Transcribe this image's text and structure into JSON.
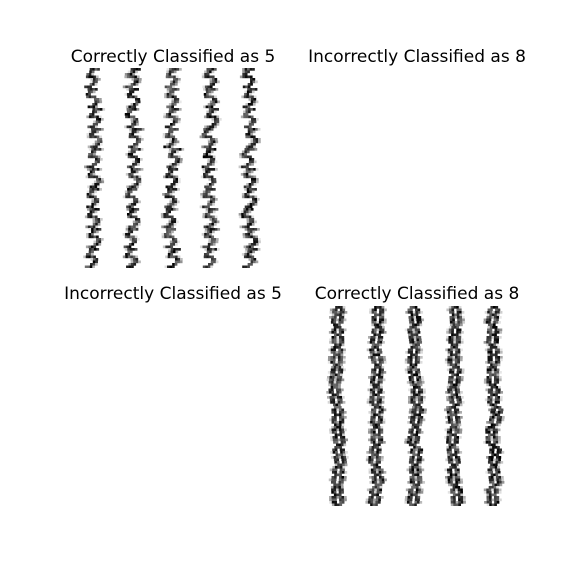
{
  "chart_data": [
    {
      "type": "heatmap",
      "title": "Correctly Classified as 5",
      "digit": "5",
      "columns": 5,
      "rows": 10,
      "colormap": "binary",
      "shows_images": true
    },
    {
      "type": "heatmap",
      "title": "Incorrectly Classified as 8",
      "digit": "8",
      "columns": 5,
      "rows": 0,
      "colormap": "binary",
      "shows_images": false
    },
    {
      "type": "heatmap",
      "title": "Incorrectly Classified as 5",
      "digit": "5",
      "columns": 5,
      "rows": 0,
      "colormap": "binary",
      "shows_images": false
    },
    {
      "type": "heatmap",
      "title": "Correctly Classified as 8",
      "digit": "8",
      "columns": 5,
      "rows": 10,
      "colormap": "binary",
      "shows_images": true
    }
  ],
  "colors": {
    "ink": "#000000",
    "paper": "#ffffff"
  }
}
